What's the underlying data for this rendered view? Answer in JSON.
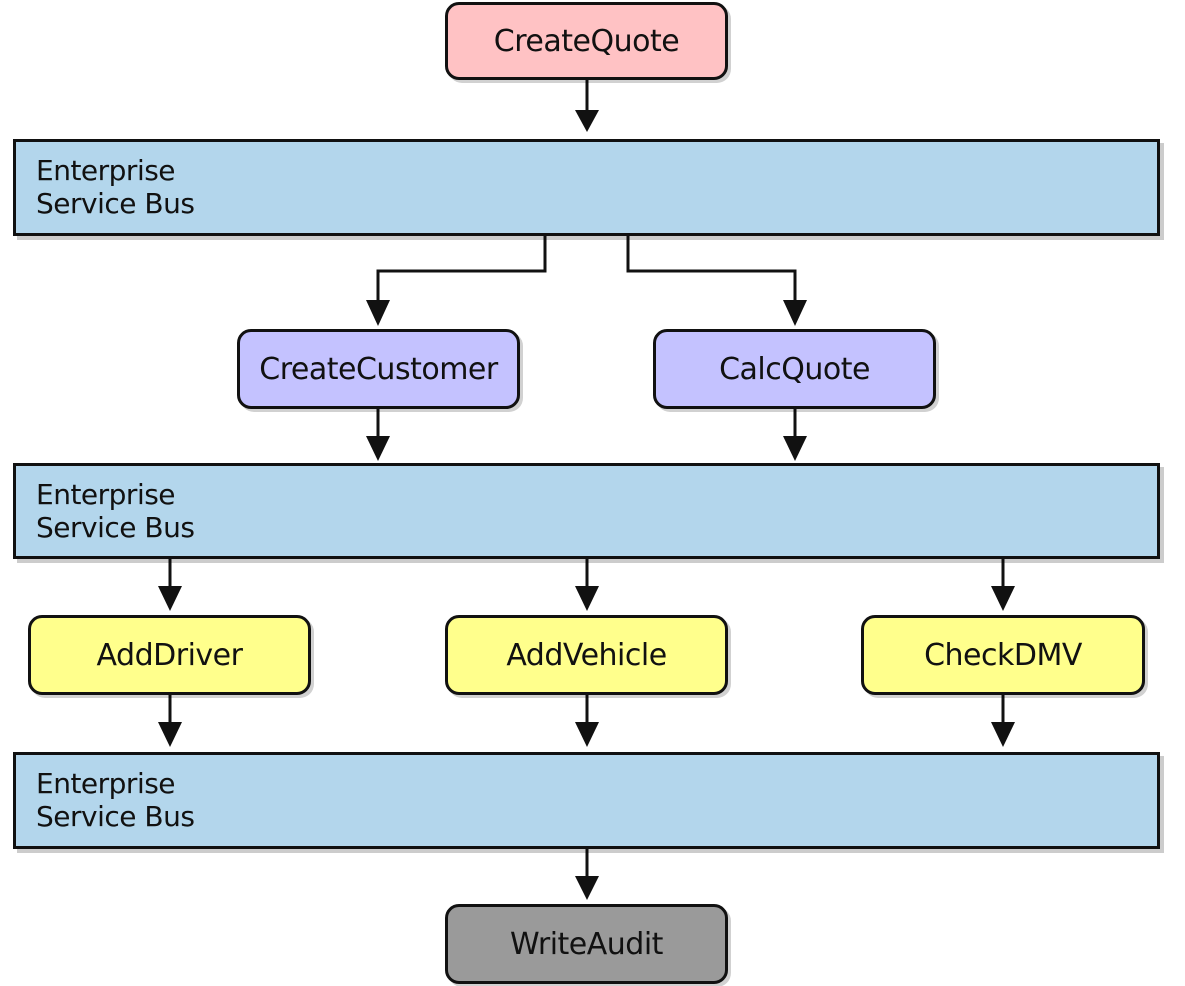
{
  "colors": {
    "trigger": "#ffc2c4",
    "bus": "#b3d6ec",
    "service_level_1": "#c4c2ff",
    "service_level_2": "#ffff8c",
    "audit": "#9a9a9a",
    "stroke": "#111111"
  },
  "nodes": {
    "create_quote": "CreateQuote",
    "create_customer": "CreateCustomer",
    "calc_quote": "CalcQuote",
    "add_driver": "AddDriver",
    "add_vehicle": "AddVehicle",
    "check_dmv": "CheckDMV",
    "write_audit": "WriteAudit"
  },
  "buses": [
    {
      "line1": "Enterprise",
      "line2": "Service Bus"
    },
    {
      "line1": "Enterprise",
      "line2": "Service Bus"
    },
    {
      "line1": "Enterprise",
      "line2": "Service Bus"
    }
  ]
}
